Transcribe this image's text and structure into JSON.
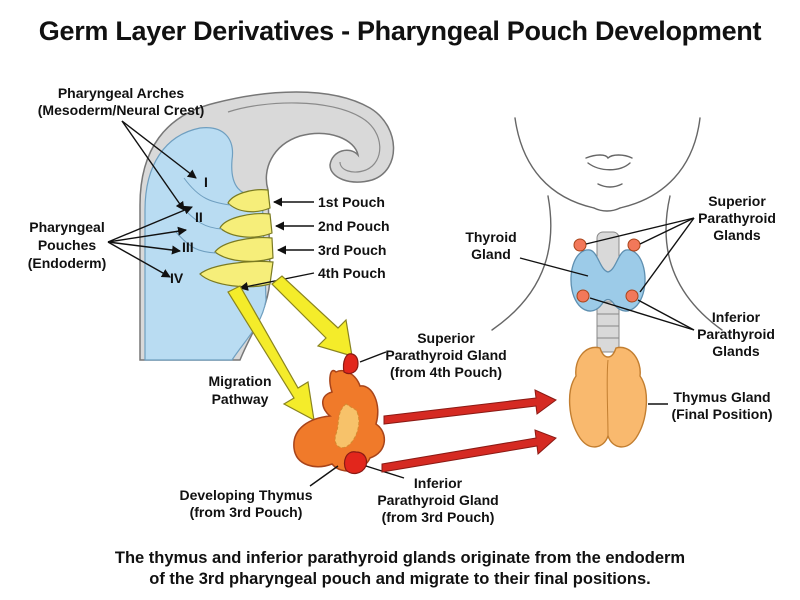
{
  "title": "Germ Layer Derivatives - Pharyngeal Pouch Development",
  "labels": {
    "arches": [
      "Pharyngeal Arches",
      "(Mesoderm/Neural Crest)"
    ],
    "pouches": [
      "Pharyngeal",
      "Pouches",
      "(Endoderm)"
    ],
    "roman": [
      "I",
      "II",
      "III",
      "IV"
    ],
    "pouch_names": [
      "1st Pouch",
      "2nd Pouch",
      "3rd Pouch",
      "4th Pouch"
    ],
    "migration": [
      "Migration",
      "Pathway"
    ],
    "superior_gland": [
      "Superior",
      "Parathyroid Gland",
      "(from 4th Pouch)"
    ],
    "developing_thymus": [
      "Developing Thymus",
      "(from 3rd Pouch)"
    ],
    "inferior_gland": [
      "Inferior",
      "Parathyroid Gland",
      "(from 3rd Pouch)"
    ],
    "thyroid": [
      "Thyroid",
      "Gland"
    ],
    "superior_glands": [
      "Superior",
      "Parathyroid",
      "Glands"
    ],
    "inferior_glands": [
      "Inferior",
      "Parathyroid",
      "Glands"
    ],
    "thymus_final": [
      "Thymus Gland",
      "(Final Position)"
    ]
  },
  "caption": [
    "The thymus and inferior parathyroid glands originate from the endoderm",
    "of the 3rd pharyngeal pouch and migrate to their final positions."
  ],
  "colors": {
    "mesoderm_blue": "#b9dcf2",
    "pouch_yellow": "#f6ee7a",
    "arrow_yellow": "#f4ec2a",
    "thymus_orange": "#f07a2a",
    "gland_red": "#e2261c",
    "thymus_final": "#f9b96e",
    "arrow_red": "#d52a22",
    "thyroid_blue": "#9ccbe8",
    "parathyroid_dot": "#f2785a",
    "embryo_gray": "#d9d9d9"
  }
}
